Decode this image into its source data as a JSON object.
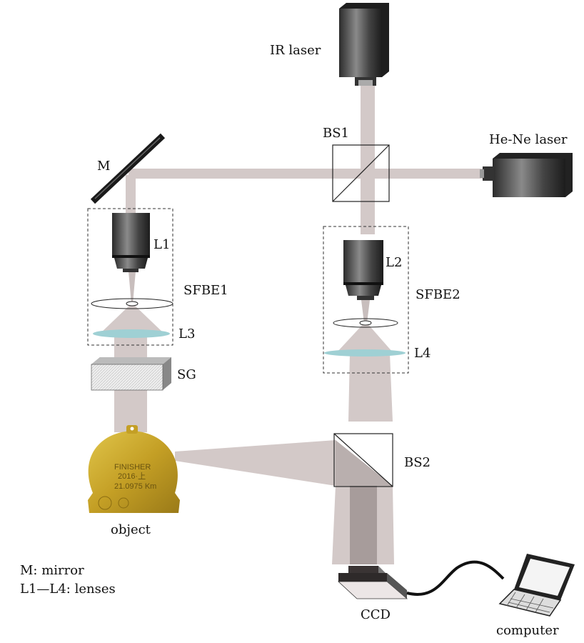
{
  "labels": {
    "ir_laser": "IR laser",
    "bs1": "BS1",
    "he_ne_laser": "He-Ne laser",
    "mirror": "M",
    "l1": "L1",
    "sfbe1": "SFBE1",
    "l3": "L3",
    "sg": "SG",
    "l2": "L2",
    "sfbe2": "SFBE2",
    "l4": "L4",
    "bs2": "BS2",
    "object": "object",
    "ccd": "CCD",
    "computer": "computer"
  },
  "legend": {
    "line1": "M: mirror",
    "line2": "L1—L4: lenses"
  },
  "object_photo": {
    "lettering": [
      "FINISHER",
      "2016·上",
      "21.0975 Km"
    ]
  },
  "colors": {
    "beam": "#d3c9c8",
    "beam_dark": "#a79c9b",
    "lens": "#9fd0d4",
    "medal_gold": "#c9a62c"
  }
}
